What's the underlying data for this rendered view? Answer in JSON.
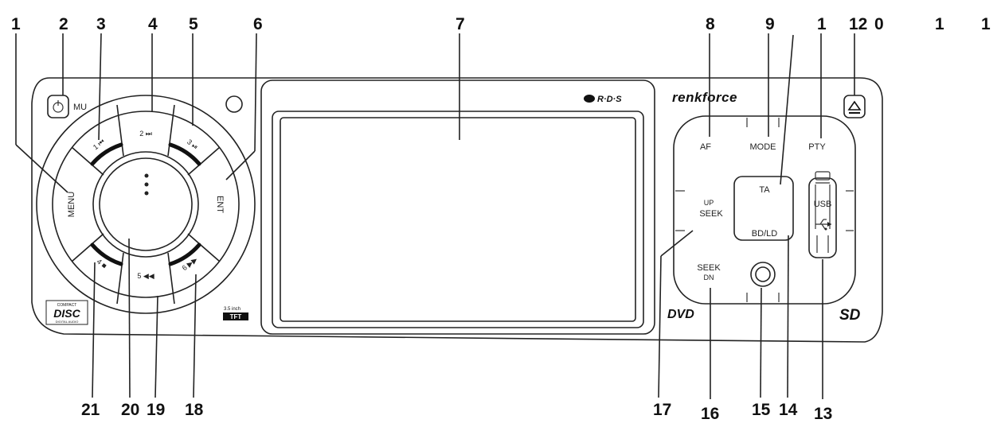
{
  "callouts_top": [
    "1",
    "2",
    "3",
    "4",
    "5",
    "6",
    "7",
    "8",
    "9",
    "1",
    "1",
    "12",
    "0",
    "1",
    "1"
  ],
  "callouts_bottom": [
    "21",
    "20",
    "19",
    "18",
    "17",
    "16",
    "15",
    "14",
    "13"
  ],
  "buttons": {
    "mu": "MU",
    "menu": "MENU",
    "b1": "1 ⏮",
    "b2": "2 ⏭",
    "b3": "3 ⏯",
    "ent": "ENT",
    "b4": "4 ■",
    "b5": "5 ◀◀",
    "b6": "6 ▶▶",
    "af": "AF",
    "mode": "MODE",
    "pty": "PTY",
    "ta": "TA",
    "bd_ld": "BD/LD",
    "up": "UP",
    "seek": "SEEK",
    "seek_dn_1": "SEEK",
    "seek_dn_2": "DN",
    "usb": "USB"
  },
  "logos": {
    "rds": "R·D·S",
    "brand": "renkforce",
    "dvd": "DVD",
    "sd": "SD",
    "tft_top": "3.5 inch",
    "tft": "TFT",
    "disc_top": "COMPACT",
    "disc": "DISC",
    "disc_bottom": "DIGITAL AUDIO"
  }
}
